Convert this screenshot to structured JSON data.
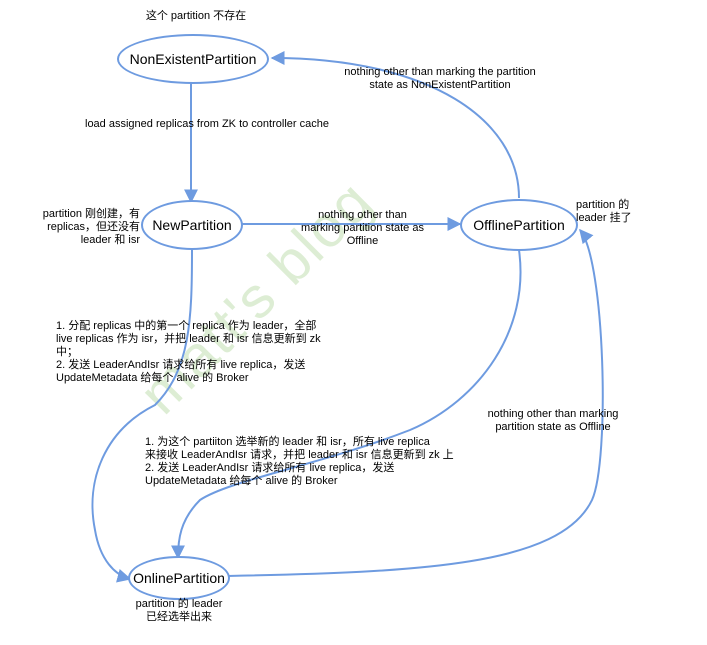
{
  "colors": {
    "edge": "#6e9be0",
    "node_border": "#6e9be0",
    "watermark": "#96c878"
  },
  "watermark": "matt's blog",
  "nodes": {
    "non_existent": "NonExistentPartition",
    "new": "NewPartition",
    "offline": "OfflinePartition",
    "online": "OnlinePartition"
  },
  "notes": {
    "non_existent": [
      "这个 partition 不存在"
    ],
    "new": [
      "partition 刚创建，有",
      "replicas，但还没有",
      "leader 和 isr"
    ],
    "offline": [
      "partition 的",
      "leader 挂了"
    ],
    "online": [
      "partition 的 leader",
      "已经选举出来"
    ]
  },
  "transitions": {
    "nonexistent_to_new": [
      "load assigned replicas from ZK to controller cache"
    ],
    "offline_to_nonexistent": [
      "nothing other than marking the partition",
      "state as NonExistentPartition"
    ],
    "new_to_offline": [
      "nothing other than",
      "marking partition state as",
      "Offline"
    ],
    "new_to_online": [
      "1. 分配 replicas 中的第一个 replica 作为 leader，全部",
      "live replicas 作为 isr，并把 leader 和 isr 信息更新到 zk",
      "中；",
      "2. 发送 LeaderAndIsr 请求给所有 live replica，发送",
      "UpdateMetadata 给每个 alive 的 Broker"
    ],
    "offline_to_online": [
      "1. 为这个 partiiton 选举新的 leader 和 isr，所有 live replica",
      "来接收 LeaderAndIsr 请求，并把 leader 和 isr 信息更新到 zk 上",
      "2. 发送 LeaderAndIsr 请求给所有 live replica，发送",
      "UpdateMetadata 给每个 alive 的 Broker"
    ],
    "online_to_offline": [
      "nothing other than marking",
      "partition state as Offline"
    ]
  }
}
